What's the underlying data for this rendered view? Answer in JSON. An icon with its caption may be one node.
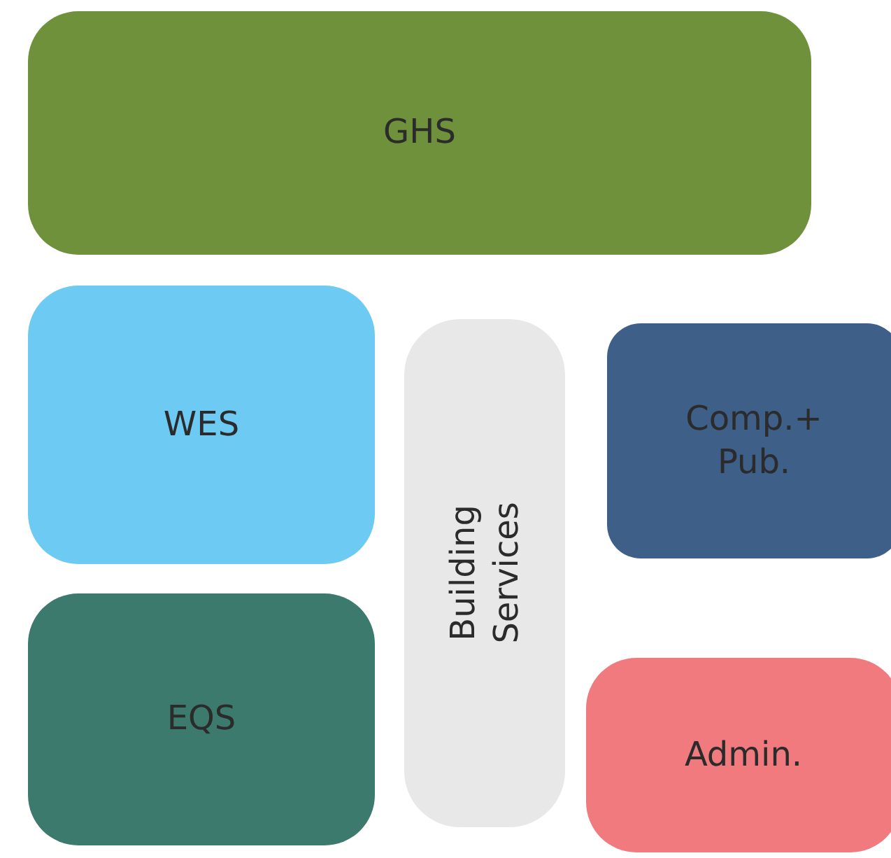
{
  "diagram": {
    "nodes": [
      {
        "text": [
          "GHS"
        ]
      },
      {
        "text": [
          "WES"
        ]
      },
      {
        "text": [
          "Building Services"
        ]
      },
      {
        "text": [
          "Comp.+ Pub."
        ]
      },
      {
        "text": [
          "EQS"
        ]
      },
      {
        "text": [
          "Admin."
        ]
      }
    ]
  }
}
